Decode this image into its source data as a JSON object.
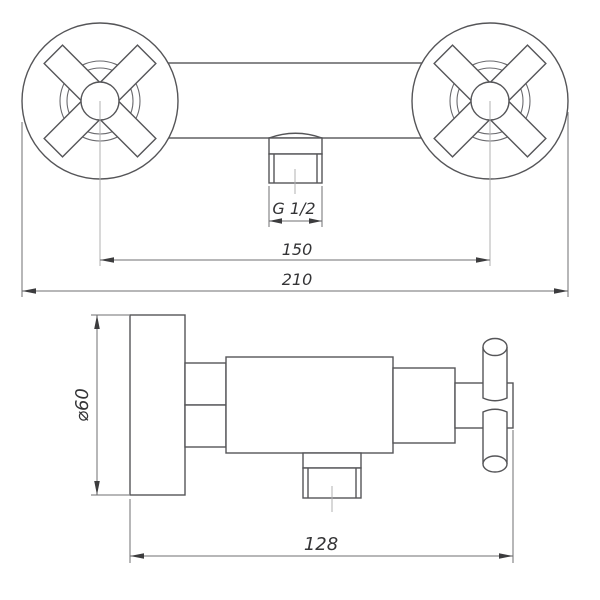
{
  "drawing": {
    "background": "#ffffff",
    "line_color": "#555558",
    "dimension_color": "#6f6f72",
    "centerline_color": "#b0b0b2",
    "text_color": "#343436",
    "front_view": {
      "thread_label": "G 1/2",
      "port_spacing_label": "150",
      "overall_width_label": "210"
    },
    "side_view": {
      "handle_diameter_label": "⌀60",
      "overall_depth_label": "128"
    }
  }
}
